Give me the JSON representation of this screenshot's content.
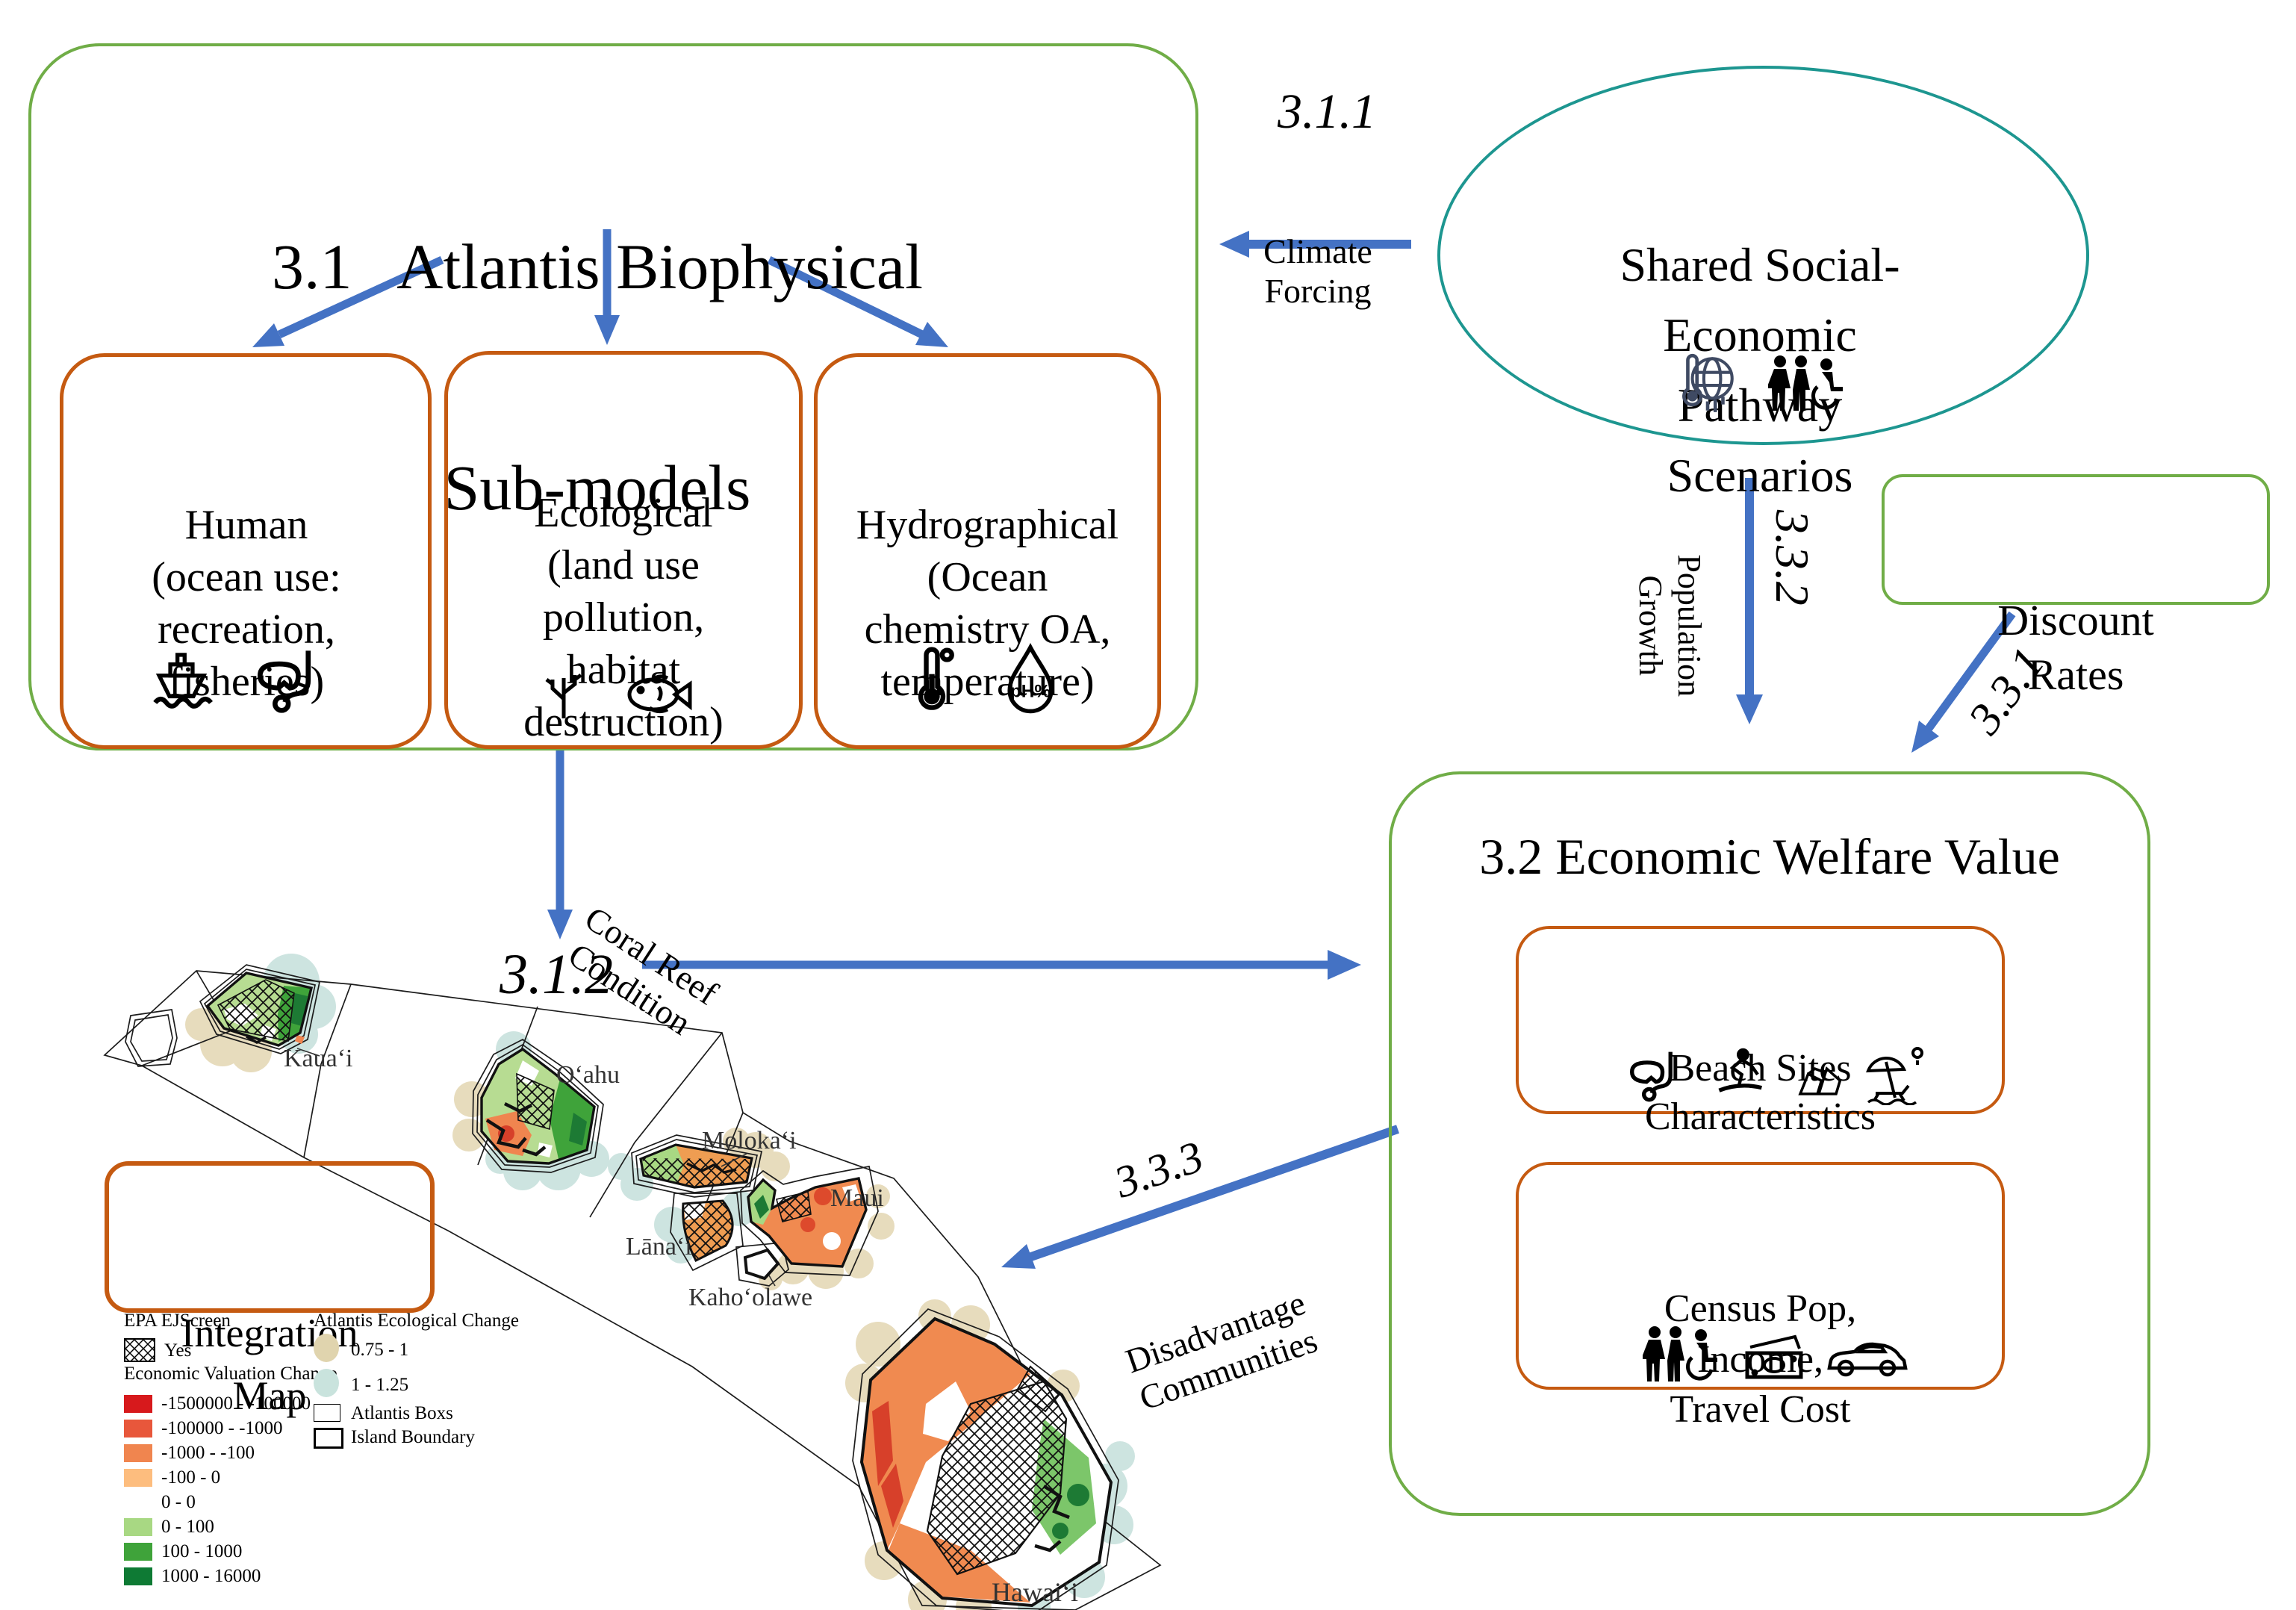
{
  "colors": {
    "arrow_blue": "#4472C4",
    "box_green": "#70AD47",
    "box_orange": "#C55A11",
    "ellipse_teal": "#1D9690",
    "legend_red1": "#d7191c",
    "legend_red2": "#e8573b",
    "legend_or1": "#f0854f",
    "legend_or2": "#fdbd7e",
    "legend_gr1": "#a8d883",
    "legend_gr2": "#3fa33a",
    "legend_gr3": "#0e7a34",
    "halo_tan": "#e7dcbd",
    "halo_blue": "#cde4e0"
  },
  "box31": {
    "title_line1": "3.1   Atlantis Biophysical",
    "title_line2": "Sub-models"
  },
  "human_box": {
    "l1": "Human",
    "l2": "(ocean use:",
    "l3": "recreation,",
    "l4": "fisheries)"
  },
  "eco_box": {
    "l1": "Ecological",
    "l2": "(land use",
    "l3": "pollution,",
    "l4": "habitat",
    "l5": "destruction)"
  },
  "hydro_box": {
    "l1": "Hydrographical",
    "l2": "(Ocean",
    "l3": "chemistry OA,",
    "l4": "temperature)",
    "ph_label": "pH%"
  },
  "ssp": {
    "l1": "Shared Social-",
    "l2": "Economic",
    "l3": "Pathway",
    "l4": "Scenarios"
  },
  "discount": {
    "l1": "Discount",
    "l2": "Rates"
  },
  "labels": {
    "n311": "3.1.1",
    "climate": "Climate",
    "forcing": "Forcing",
    "n332": "3.3.2",
    "pop1": "Population",
    "pop2": "Growth",
    "n331": "3.3.1",
    "n312": "3.1.2",
    "coral1": "Coral Reef",
    "coral2": "Condition",
    "n333": "3.3.3",
    "dis1": "Disadvantage",
    "dis2": "Communities"
  },
  "box32": {
    "title": "3.2 Economic Welfare Value"
  },
  "beach": {
    "l1": "Beach Sites",
    "l2": "Characteristics"
  },
  "census": {
    "l1": "Census Pop,",
    "l2": "Income,",
    "l3": "Travel Cost"
  },
  "map": {
    "title_line1": "Integration",
    "title_line2": "Map",
    "islands": {
      "kauai": "Kauaʻi",
      "oahu": "Oʻahu",
      "molokai": "Molokaʻi",
      "lanai": "Lānaʻi",
      "kahoolawe": "Kahoʻolawe",
      "maui": "Maui",
      "hawaii": "Hawaiʻi"
    }
  },
  "legend": {
    "ej_header": "EPA EJScreen",
    "ej_yes": "Yes",
    "evc_header": "Economic Valuation Change",
    "value_rows": [
      {
        "label": "-1500000 - -100000",
        "color": "#d7191c"
      },
      {
        "label": "-100000 - -1000",
        "color": "#e8573b"
      },
      {
        "label": "-1000 - -100",
        "color": "#f0854f"
      },
      {
        "label": "-100 - 0",
        "color": "#fdbd7e"
      },
      {
        "label": "0 - 0",
        "color": ""
      },
      {
        "label": "0 - 100",
        "color": "#a8d883"
      },
      {
        "label": "100 - 1000",
        "color": "#3fa33a"
      },
      {
        "label": "1000 - 16000",
        "color": "#0e7a34"
      }
    ],
    "eco_header": "Atlantis Ecological Change",
    "eco_rows": [
      {
        "label": "0.75 - 1",
        "color": "#e0d4ae"
      },
      {
        "label": "1 - 1.25",
        "color": "#c9e3dd"
      }
    ],
    "atlantis_box": "Atlantis Boxs",
    "island_boundary": "Island Boundary"
  }
}
